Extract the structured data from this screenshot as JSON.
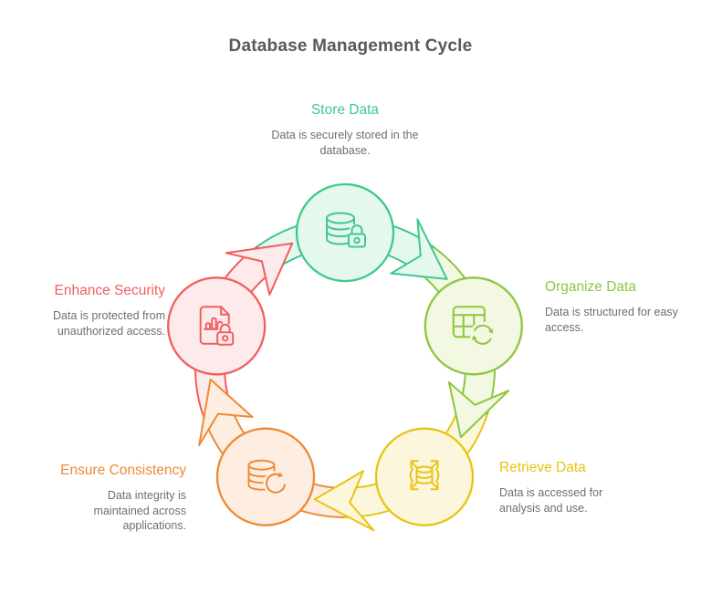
{
  "title": "Database Management Cycle",
  "text_color": "#58595b",
  "description_color": "#6d6e71",
  "nodes": [
    {
      "id": "store",
      "label": "Store Data",
      "description": "Data is securely stored in the database.",
      "color": "#3ec88c",
      "fill": "#e5f8ee",
      "icon": "database-lock-icon"
    },
    {
      "id": "organize",
      "label": "Organize Data",
      "description": "Data is structured for easy access.",
      "color": "#8dc63f",
      "fill": "#f2f8e1",
      "icon": "table-sync-icon"
    },
    {
      "id": "retrieve",
      "label": "Retrieve Data",
      "description": "Data is accessed for analysis and use.",
      "color": "#e8c412",
      "fill": "#fcf7dc",
      "icon": "database-expand-icon"
    },
    {
      "id": "ensure",
      "label": "Ensure Consistency",
      "description": "Data integrity is maintained across applications.",
      "color": "#ee8a36",
      "fill": "#fdeee1",
      "icon": "database-refresh-icon"
    },
    {
      "id": "enhance",
      "label": "Enhance Security",
      "description": "Data is protected from unauthorized access.",
      "color": "#f15e5e",
      "fill": "#fdeaea",
      "icon": "document-lock-icon"
    }
  ]
}
